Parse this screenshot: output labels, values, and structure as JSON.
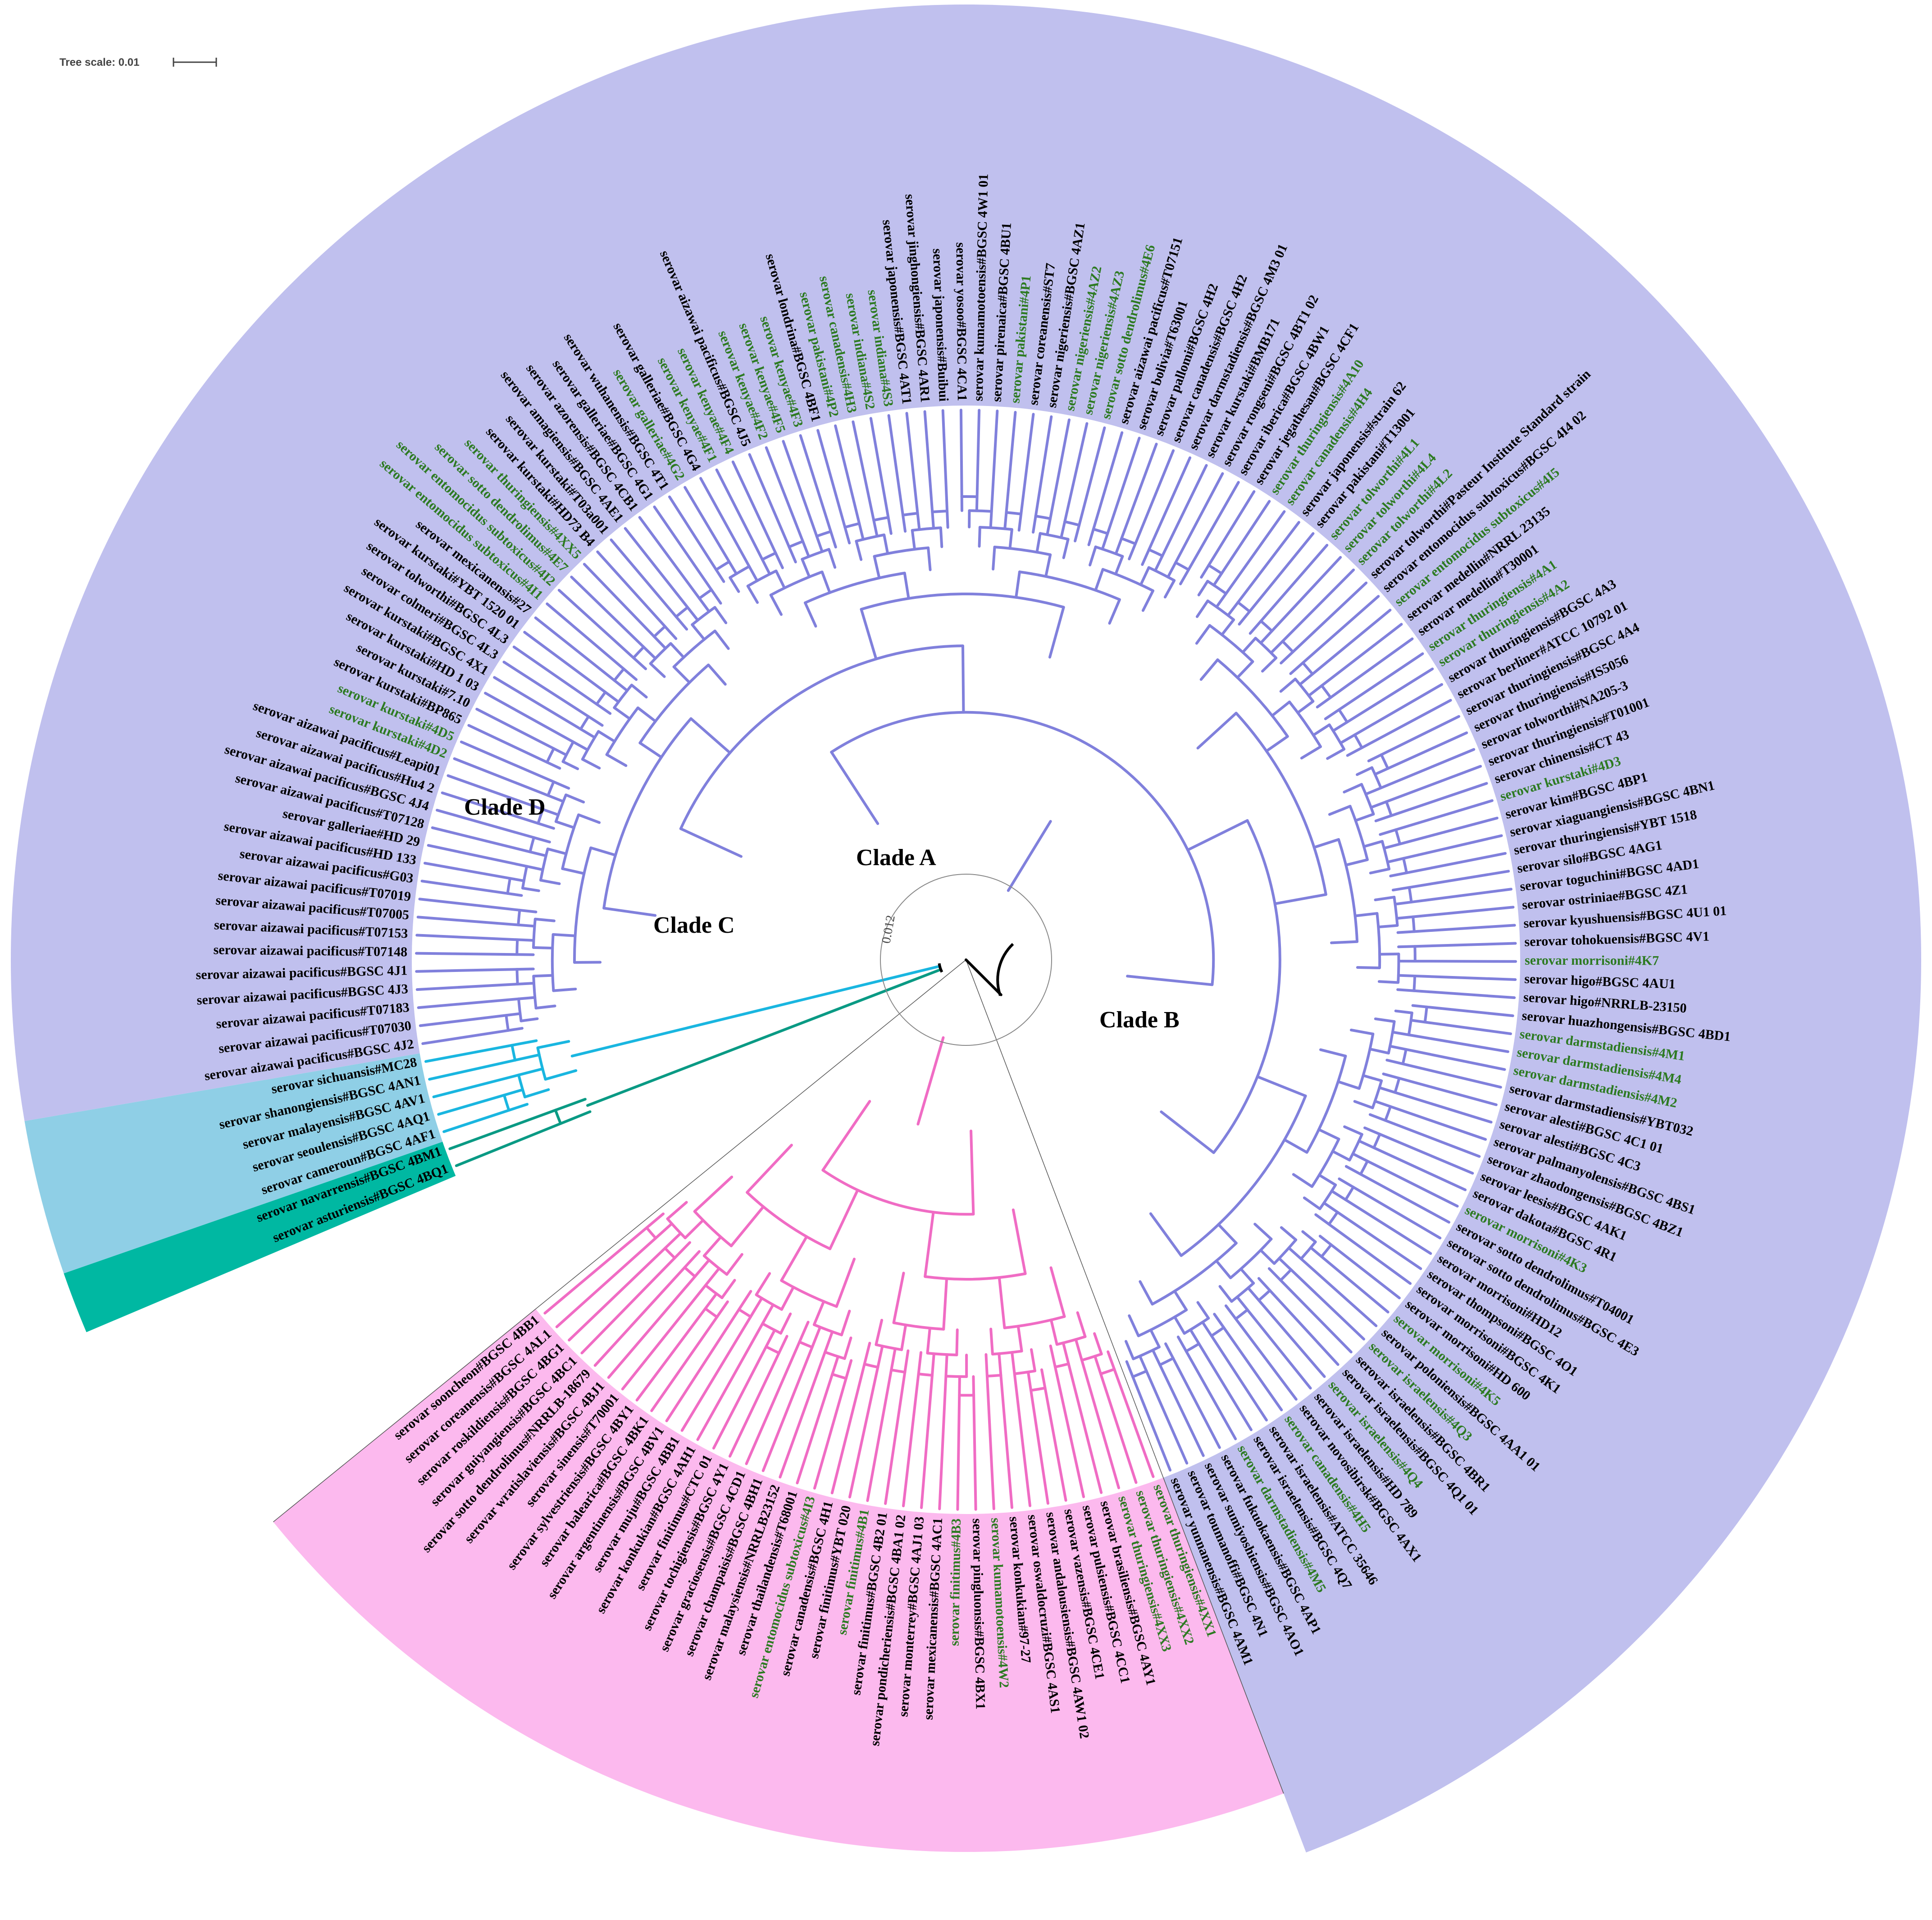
{
  "scale": {
    "label": "Tree scale: 0.01"
  },
  "inner_ring_label": "0.012",
  "colors": {
    "clade_a_bg": "#fcb9ee",
    "clade_b_bg": "#c0c0ee",
    "clade_c_bg": "#8fcfe6",
    "clade_d_bg": "#00b8a2",
    "clade_a_branch": "#f06cc4",
    "clade_b_branch": "#8080dc",
    "clade_c_branch": "#19b6e0",
    "clade_d_branch": "#0a9a84",
    "label_default": "#000000",
    "label_highlight": "#2d7a22"
  },
  "clades": [
    {
      "id": "A",
      "label": "Clade A"
    },
    {
      "id": "B",
      "label": "Clade B"
    },
    {
      "id": "C",
      "label": "Clade C"
    },
    {
      "id": "D",
      "label": "Clade D"
    }
  ],
  "leaves": [
    {
      "label": "serovar asturiensis#BGSC 4BQ1",
      "clade": "D",
      "hl": false
    },
    {
      "label": "serovar navarrensis#BGSC 4BM1",
      "clade": "D",
      "hl": false
    },
    {
      "label": "serovar cameroun#BGSC 4AF1",
      "clade": "C",
      "hl": false
    },
    {
      "label": "serovar seoulensis#BGSC 4AQ1",
      "clade": "C",
      "hl": false
    },
    {
      "label": "serovar malayensis#BGSC 4AV1",
      "clade": "C",
      "hl": false
    },
    {
      "label": "serovar shanongiensis#BGSC 4AN1",
      "clade": "C",
      "hl": false
    },
    {
      "label": "serovar sichuansis#MC28",
      "clade": "C",
      "hl": false
    },
    {
      "label": "serovar aizawai pacificus#BGSC 4J2",
      "clade": "B",
      "hl": false
    },
    {
      "label": "serovar aizawai pacificus#T07030",
      "clade": "B",
      "hl": false
    },
    {
      "label": "serovar aizawai pacificus#T07183",
      "clade": "B",
      "hl": false
    },
    {
      "label": "serovar aizawai pacificus#BGSC 4J3",
      "clade": "B",
      "hl": false
    },
    {
      "label": "serovar aizawai pacificus#BGSC 4J1",
      "clade": "B",
      "hl": false
    },
    {
      "label": "serovar aizawai pacificus#T07148",
      "clade": "B",
      "hl": false
    },
    {
      "label": "serovar aizawai pacificus#T07153",
      "clade": "B",
      "hl": false
    },
    {
      "label": "serovar aizawai pacificus#T07005",
      "clade": "B",
      "hl": false
    },
    {
      "label": "serovar aizawai pacificus#T07019",
      "clade": "B",
      "hl": false
    },
    {
      "label": "serovar aizawai pacificus#G03",
      "clade": "B",
      "hl": false
    },
    {
      "label": "serovar aizawai pacificus#HD 133",
      "clade": "B",
      "hl": false
    },
    {
      "label": "serovar galleriae#HD 29",
      "clade": "B",
      "hl": false
    },
    {
      "label": "serovar aizawai pacificus#T07128",
      "clade": "B",
      "hl": false
    },
    {
      "label": "serovar aizawai pacificus#BGSC 4J4",
      "clade": "B",
      "hl": false
    },
    {
      "label": "serovar aizawai pacificus#Hu4 2",
      "clade": "B",
      "hl": false
    },
    {
      "label": "serovar aizawai pacificus#Leapi01",
      "clade": "B",
      "hl": false
    },
    {
      "label": "serovar kurstaki#4D2",
      "clade": "B",
      "hl": true
    },
    {
      "label": "serovar kurstaki#4D5",
      "clade": "B",
      "hl": true
    },
    {
      "label": "serovar kurstaki#BP865",
      "clade": "B",
      "hl": false
    },
    {
      "label": "serovar kurstaki#7.10",
      "clade": "B",
      "hl": false
    },
    {
      "label": "serovar kurstaki#HD 1 03",
      "clade": "B",
      "hl": false
    },
    {
      "label": "serovar kurstaki#BGSC 4X1",
      "clade": "B",
      "hl": false
    },
    {
      "label": "serovar colmeri#BGSC 4L3",
      "clade": "B",
      "hl": false
    },
    {
      "label": "serovar tolworthi#BGSC 4L3",
      "clade": "B",
      "hl": false
    },
    {
      "label": "serovar kurstaki#YBT 1520 01",
      "clade": "B",
      "hl": false
    },
    {
      "label": "serovar mexicanensis#27",
      "clade": "B",
      "hl": false
    },
    {
      "label": "serovar entomocidus subtoxicus#4I1",
      "clade": "B",
      "hl": true
    },
    {
      "label": "serovar entomocidus subtoxicus#4I2",
      "clade": "B",
      "hl": true
    },
    {
      "label": "serovar sotto dendrolimus#4E7",
      "clade": "B",
      "hl": true
    },
    {
      "label": "serovar thuringiensis#4XX5",
      "clade": "B",
      "hl": true
    },
    {
      "label": "serovar kurstaki#HD73 B4",
      "clade": "B",
      "hl": false
    },
    {
      "label": "serovar kurstaki#T03a001",
      "clade": "B",
      "hl": false
    },
    {
      "label": "serovar amagiensis#BGSC 4AE1",
      "clade": "B",
      "hl": false
    },
    {
      "label": "serovar azorensis#BGSC 4CB1",
      "clade": "B",
      "hl": false
    },
    {
      "label": "serovar galleriae#BGSC 4G1",
      "clade": "B",
      "hl": false
    },
    {
      "label": "serovar wuhanensis#BGSC 4T1",
      "clade": "B",
      "hl": false
    },
    {
      "label": "serovar galleriae#4G2",
      "clade": "B",
      "hl": true
    },
    {
      "label": "serovar galleriae#BGSC 4G4",
      "clade": "B",
      "hl": false
    },
    {
      "label": "serovar kenyae#4F1",
      "clade": "B",
      "hl": true
    },
    {
      "label": "serovar kenyae#4F4",
      "clade": "B",
      "hl": true
    },
    {
      "label": "serovar aizawai pacificus#BGSC 4J5",
      "clade": "B",
      "hl": false
    },
    {
      "label": "serovar kenyae#4F2",
      "clade": "B",
      "hl": true
    },
    {
      "label": "serovar kenyae#4F5",
      "clade": "B",
      "hl": true
    },
    {
      "label": "serovar kenyae#4F3",
      "clade": "B",
      "hl": true
    },
    {
      "label": "serovar londrina#BGSC 4BF1",
      "clade": "B",
      "hl": false
    },
    {
      "label": "serovar pakistani#4P2",
      "clade": "B",
      "hl": true
    },
    {
      "label": "serovar canadensis#4H3",
      "clade": "B",
      "hl": true
    },
    {
      "label": "serovar indiana#4S2",
      "clade": "B",
      "hl": true
    },
    {
      "label": "serovar indiana#4S3",
      "clade": "B",
      "hl": true
    },
    {
      "label": "serovar japonensis#BGSC 4AT1",
      "clade": "B",
      "hl": false
    },
    {
      "label": "serovar jinghongiensis#BGSC 4AR1",
      "clade": "B",
      "hl": false
    },
    {
      "label": "serovar japonensis#Buibui",
      "clade": "B",
      "hl": false
    },
    {
      "label": "serovar yosoo#BGSC 4CA1",
      "clade": "B",
      "hl": false
    },
    {
      "label": "serovar kumamotoensis#BGSC 4W1 01",
      "clade": "B",
      "hl": false
    },
    {
      "label": "serovar pirenaica#BGSC 4BU1",
      "clade": "B",
      "hl": false
    },
    {
      "label": "serovar pakistani#4P1",
      "clade": "B",
      "hl": true
    },
    {
      "label": "serovar coreanensis#ST7",
      "clade": "B",
      "hl": false
    },
    {
      "label": "serovar nigeriensis#BGSC 4AZ1",
      "clade": "B",
      "hl": false
    },
    {
      "label": "serovar nigeriensis#4AZ2",
      "clade": "B",
      "hl": true
    },
    {
      "label": "serovar nigeriensis#4AZ3",
      "clade": "B",
      "hl": true
    },
    {
      "label": "serovar sotto dendrolimus#4E6",
      "clade": "B",
      "hl": true
    },
    {
      "label": "serovar aizawai pacificus#T07151",
      "clade": "B",
      "hl": false
    },
    {
      "label": "serovar bolivia#T63001",
      "clade": "B",
      "hl": false
    },
    {
      "label": "serovar pallomi#BGSC 4H2",
      "clade": "B",
      "hl": false
    },
    {
      "label": "serovar canadensis#BGSC 4H2",
      "clade": "B",
      "hl": false
    },
    {
      "label": "serovar darmstadiensis#BGSC 4M3 01",
      "clade": "B",
      "hl": false
    },
    {
      "label": "serovar kurstaki#BMB171",
      "clade": "B",
      "hl": false
    },
    {
      "label": "serovar rongseni#BGSC 4BT1 02",
      "clade": "B",
      "hl": false
    },
    {
      "label": "serovar iberica#BGSC 4BW1",
      "clade": "B",
      "hl": false
    },
    {
      "label": "serovar jegathesan#BGSC 4CF1",
      "clade": "B",
      "hl": false
    },
    {
      "label": "serovar thuringiensis#4A10",
      "clade": "B",
      "hl": true
    },
    {
      "label": "serovar canadensis#4H4",
      "clade": "B",
      "hl": true
    },
    {
      "label": "serovar japonensis#strain 62",
      "clade": "B",
      "hl": false
    },
    {
      "label": "serovar pakistani#T13001",
      "clade": "B",
      "hl": false
    },
    {
      "label": "serovar tolworthi#4L1",
      "clade": "B",
      "hl": true
    },
    {
      "label": "serovar tolworthi#4L4",
      "clade": "B",
      "hl": true
    },
    {
      "label": "serovar tolworthi#4L2",
      "clade": "B",
      "hl": true
    },
    {
      "label": "serovar tolworthi#Pasteur Institute Standard strain",
      "clade": "B",
      "hl": false
    },
    {
      "label": "serovar entomocidus subtoxicus#BGSC 4I4 02",
      "clade": "B",
      "hl": false
    },
    {
      "label": "serovar entomocidus subtoxicus#4I5",
      "clade": "B",
      "hl": true
    },
    {
      "label": "serovar medellin#NRRL 23135",
      "clade": "B",
      "hl": false
    },
    {
      "label": "serovar medellin#T30001",
      "clade": "B",
      "hl": false
    },
    {
      "label": "serovar thuringiensis#4A1",
      "clade": "B",
      "hl": true
    },
    {
      "label": "serovar thuringiensis#4A2",
      "clade": "B",
      "hl": true
    },
    {
      "label": "serovar thuringiensis#BGSC 4A3",
      "clade": "B",
      "hl": false
    },
    {
      "label": "serovar berliner#ATCC 10792 01",
      "clade": "B",
      "hl": false
    },
    {
      "label": "serovar thuringiensis#BGSC 4A4",
      "clade": "B",
      "hl": false
    },
    {
      "label": "serovar thuringiensis#IS5056",
      "clade": "B",
      "hl": false
    },
    {
      "label": "serovar tolworthi#NA205-3",
      "clade": "B",
      "hl": false
    },
    {
      "label": "serovar thuringiensis#T01001",
      "clade": "B",
      "hl": false
    },
    {
      "label": "serovar chinensis#CT 43",
      "clade": "B",
      "hl": false
    },
    {
      "label": "serovar kurstaki#4D3",
      "clade": "B",
      "hl": true
    },
    {
      "label": "serovar kim#BGSC 4BP1",
      "clade": "B",
      "hl": false
    },
    {
      "label": "serovar xiaguangiensis#BGSC 4BN1",
      "clade": "B",
      "hl": false
    },
    {
      "label": "serovar thuringiensis#YBT 1518",
      "clade": "B",
      "hl": false
    },
    {
      "label": "serovar silo#BGSC 4AG1",
      "clade": "B",
      "hl": false
    },
    {
      "label": "serovar toguchini#BGSC 4AD1",
      "clade": "B",
      "hl": false
    },
    {
      "label": "serovar ostriniae#BGSC 4Z1",
      "clade": "B",
      "hl": false
    },
    {
      "label": "serovar kyushuensis#BGSC 4U1 01",
      "clade": "B",
      "hl": false
    },
    {
      "label": "serovar tohokuensis#BGSC 4V1",
      "clade": "B",
      "hl": false
    },
    {
      "label": "serovar morrisoni#4K7",
      "clade": "B",
      "hl": true
    },
    {
      "label": "serovar higo#BGSC 4AU1",
      "clade": "B",
      "hl": false
    },
    {
      "label": "serovar higo#NRRLB-23150",
      "clade": "B",
      "hl": false
    },
    {
      "label": "serovar huazhongensis#BGSC 4BD1",
      "clade": "B",
      "hl": false
    },
    {
      "label": "serovar darmstadiensis#4M1",
      "clade": "B",
      "hl": true
    },
    {
      "label": "serovar darmstadiensis#4M4",
      "clade": "B",
      "hl": true
    },
    {
      "label": "serovar darmstadiensis#4M2",
      "clade": "B",
      "hl": true
    },
    {
      "label": "serovar darmstadiensis#YBT032",
      "clade": "B",
      "hl": false
    },
    {
      "label": "serovar alesti#BGSC 4C1 01",
      "clade": "B",
      "hl": false
    },
    {
      "label": "serovar alesti#BGSC 4C3",
      "clade": "B",
      "hl": false
    },
    {
      "label": "serovar palmanyolensis#BGSC 4BS1",
      "clade": "B",
      "hl": false
    },
    {
      "label": "serovar zhaodongensis#BGSC 4BZ1",
      "clade": "B",
      "hl": false
    },
    {
      "label": "serovar leesis#BGSC 4AK1",
      "clade": "B",
      "hl": false
    },
    {
      "label": "serovar dakota#BGSC 4R1",
      "clade": "B",
      "hl": false
    },
    {
      "label": "serovar morrisoni#4K3",
      "clade": "B",
      "hl": true
    },
    {
      "label": "serovar sotto dendrolimus#T04001",
      "clade": "B",
      "hl": false
    },
    {
      "label": "serovar sotto dendrolimus#BGSC 4E3",
      "clade": "B",
      "hl": false
    },
    {
      "label": "serovar morrisoni#HD12",
      "clade": "B",
      "hl": false
    },
    {
      "label": "serovar thompsoni#BGSC 4O1",
      "clade": "B",
      "hl": false
    },
    {
      "label": "serovar morrisoni#BGSC 4K1",
      "clade": "B",
      "hl": false
    },
    {
      "label": "serovar morrisoni#HD 600",
      "clade": "B",
      "hl": false
    },
    {
      "label": "serovar morrisoni#4K5",
      "clade": "B",
      "hl": true
    },
    {
      "label": "serovar poloniensis#BGSC 4AA1 01",
      "clade": "B",
      "hl": false
    },
    {
      "label": "serovar israelensis#4Q3",
      "clade": "B",
      "hl": true
    },
    {
      "label": "serovar israelensis#BGSC 4BR1",
      "clade": "B",
      "hl": false
    },
    {
      "label": "serovar israelensis#BGSC 4Q1 01",
      "clade": "B",
      "hl": false
    },
    {
      "label": "serovar israelensis#4Q4",
      "clade": "B",
      "hl": true
    },
    {
      "label": "serovar israelensis#HD 789",
      "clade": "B",
      "hl": false
    },
    {
      "label": "serovar novosibirsk#BGSC 4AX1",
      "clade": "B",
      "hl": false
    },
    {
      "label": "serovar canadensis#4H5",
      "clade": "B",
      "hl": true
    },
    {
      "label": "serovar israelensis#ATCC 35646",
      "clade": "B",
      "hl": false
    },
    {
      "label": "serovar israelensis#BGSC 4Q7",
      "clade": "B",
      "hl": false
    },
    {
      "label": "serovar darmstadiensis#4M5",
      "clade": "B",
      "hl": true
    },
    {
      "label": "serovar fukuokaensis#BGSC 4AP1",
      "clade": "B",
      "hl": false
    },
    {
      "label": "serovar sumiyoshiensis#BGSC 4AO1",
      "clade": "B",
      "hl": false
    },
    {
      "label": "serovar toumanoffi#BGSC 4N1",
      "clade": "B",
      "hl": false
    },
    {
      "label": "serovar yunnanensis#BGSC 4AM1",
      "clade": "B",
      "hl": false
    },
    {
      "label": "serovar thuringiensis#4XX1",
      "clade": "A",
      "hl": true
    },
    {
      "label": "serovar thuringiensis#4XX2",
      "clade": "A",
      "hl": true
    },
    {
      "label": "serovar thuringiensis#4XX3",
      "clade": "A",
      "hl": true
    },
    {
      "label": "serovar brasiliensis#BGSC 4AY1",
      "clade": "A",
      "hl": false
    },
    {
      "label": "serovar pulsiensis#BGSC 4CC1",
      "clade": "A",
      "hl": false
    },
    {
      "label": "serovar vazensis#BGSC 4CE1",
      "clade": "A",
      "hl": false
    },
    {
      "label": "serovar andalousiensis#BGSC 4AW1 02",
      "clade": "A",
      "hl": false
    },
    {
      "label": "serovar oswaldocruzi#BGSC 4AS1",
      "clade": "A",
      "hl": false
    },
    {
      "label": "serovar konkukian#97-27",
      "clade": "A",
      "hl": false
    },
    {
      "label": "serovar kumamotoensis#4W2",
      "clade": "A",
      "hl": true
    },
    {
      "label": "serovar pingluonsis#BGSC 4BX1",
      "clade": "A",
      "hl": false
    },
    {
      "label": "serovar finitimus#4B3",
      "clade": "A",
      "hl": true
    },
    {
      "label": "serovar mexicanensis#BGSC 4AC1",
      "clade": "A",
      "hl": false
    },
    {
      "label": "serovar monterrey#BGSC 4AJ1 03",
      "clade": "A",
      "hl": false
    },
    {
      "label": "serovar pondicheriensis#BGSC 4BA1 02",
      "clade": "A",
      "hl": false
    },
    {
      "label": "serovar finitimus#BGSC 4B2 01",
      "clade": "A",
      "hl": false
    },
    {
      "label": "serovar finitimus#4B1",
      "clade": "A",
      "hl": true
    },
    {
      "label": "serovar finitimus#YBT 020",
      "clade": "A",
      "hl": false
    },
    {
      "label": "serovar canadensis#BGSC 4H1",
      "clade": "A",
      "hl": false
    },
    {
      "label": "serovar entomocidus subtoxicus#4I3",
      "clade": "A",
      "hl": true
    },
    {
      "label": "serovar thailandensis#T68001",
      "clade": "A",
      "hl": false
    },
    {
      "label": "serovar malaysiensis#NRRLB23152",
      "clade": "A",
      "hl": false
    },
    {
      "label": "serovar champaisis#BGSC 4BH1",
      "clade": "A",
      "hl": false
    },
    {
      "label": "serovar graciosensis#BGSC 4CD1",
      "clade": "A",
      "hl": false
    },
    {
      "label": "serovar tochigiensis#BGSC 4Y1",
      "clade": "A",
      "hl": false
    },
    {
      "label": "serovar finitimus#CTC 01",
      "clade": "A",
      "hl": false
    },
    {
      "label": "serovar konkukian#BGSC 4AH1",
      "clade": "A",
      "hl": false
    },
    {
      "label": "serovar muju#BGSC 4BB1",
      "clade": "A",
      "hl": false
    },
    {
      "label": "serovar argentinensis#BGSC 4BV1",
      "clade": "A",
      "hl": false
    },
    {
      "label": "serovar balearica#BGSC 4BK1",
      "clade": "A",
      "hl": false
    },
    {
      "label": "serovar sylvestriensis#BGSC 4BY1",
      "clade": "A",
      "hl": false
    },
    {
      "label": "serovar sinensis#T70001",
      "clade": "A",
      "hl": false
    },
    {
      "label": "serovar wratislaviensis#BGSC 4BJ1",
      "clade": "A",
      "hl": false
    },
    {
      "label": "serovar sotto dendrolimus#NRRLB-18679",
      "clade": "A",
      "hl": false
    },
    {
      "label": "serovar guiyangiensis#BGSC 4BC1",
      "clade": "A",
      "hl": false
    },
    {
      "label": "serovar roskildiensis#BGSC 4BG1",
      "clade": "A",
      "hl": false
    },
    {
      "label": "serovar coreanensis#BGSC 4AL1",
      "clade": "A",
      "hl": false
    },
    {
      "label": "serovar sooncheon#BGSC 4BB1",
      "clade": "A",
      "hl": false
    }
  ]
}
